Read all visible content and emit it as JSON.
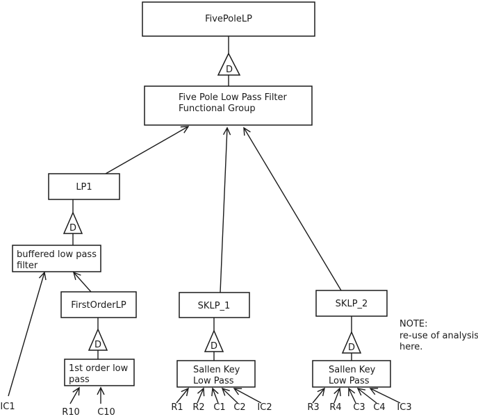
{
  "diagram": {
    "decomposition_symbol": "D",
    "nodes": {
      "fivepolelp": {
        "label": "FivePoleLP"
      },
      "functional_group": {
        "line1": "Five Pole Low Pass Filter",
        "line2": "Functional Group"
      },
      "lp1": {
        "label": "LP1"
      },
      "buffered_filter": {
        "line1": "buffered low pass",
        "line2": "filter"
      },
      "firstorderlp": {
        "label": "FirstOrderLP"
      },
      "first_order_low_pass": {
        "line1": "1st order low",
        "line2": "pass"
      },
      "sklp1": {
        "label": "SKLP_1"
      },
      "sallen_key_1": {
        "line1": "Sallen Key",
        "line2": "Low Pass"
      },
      "sklp2": {
        "label": "SKLP_2"
      },
      "sallen_key_2": {
        "line1": "Sallen Key",
        "line2": "Low Pass"
      }
    },
    "note": {
      "line1": "NOTE:",
      "line2": "re-use of analysis",
      "line3": "here."
    },
    "components": {
      "ic1": "IC1",
      "r10": "R10",
      "c10": "C10",
      "r1": "R1",
      "r2": "R2",
      "c1": "C1",
      "c2": "C2",
      "ic2": "IC2",
      "r3": "R3",
      "r4": "R4",
      "c3": "C3",
      "c4": "C4",
      "ic3": "IC3"
    },
    "colors": {
      "stroke": "#1a1a1a",
      "fill": "#ffffff",
      "background": "#ffffff"
    }
  }
}
